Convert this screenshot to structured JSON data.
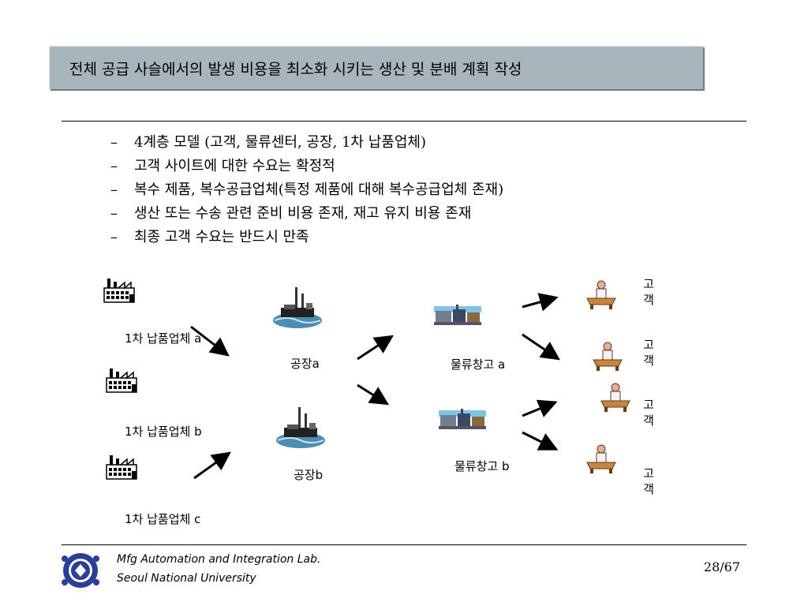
{
  "header": {
    "title": "전체 공급 사슬에서의 발생 비용을 최소화 시키는 생산 및 분배 계획 작성"
  },
  "bullets": [
    "4계층 모델 (고객, 물류센터, 공장, 1차 납품업체)",
    "고객 사이트에 대한 수요는 확정적",
    "복수 제품, 복수공급업체(특정 제품에 대해 복수공급업체 존재)",
    "생산 또는 수송 관련 준비 비용 존재, 재고 유지 비용 존재",
    "최종 고객 수요는 반드시 만족"
  ],
  "bullet_marker": "–",
  "diagram": {
    "suppliers": [
      "1차 납품업체 a",
      "1차 납품업체 b",
      "1차 납품업체 c"
    ],
    "plants": [
      "공장a",
      "공장b"
    ],
    "warehouses": [
      "물류창고 a",
      "물류창고 b"
    ],
    "customers": [
      "고\n객",
      "고\n객",
      "고\n객",
      "고\n객"
    ]
  },
  "footer": {
    "lab": "Mfg Automation and Integration Lab.",
    "university": "Seoul National University",
    "page": "28/67"
  },
  "colors": {
    "title_bg": "#a8b5ba"
  }
}
